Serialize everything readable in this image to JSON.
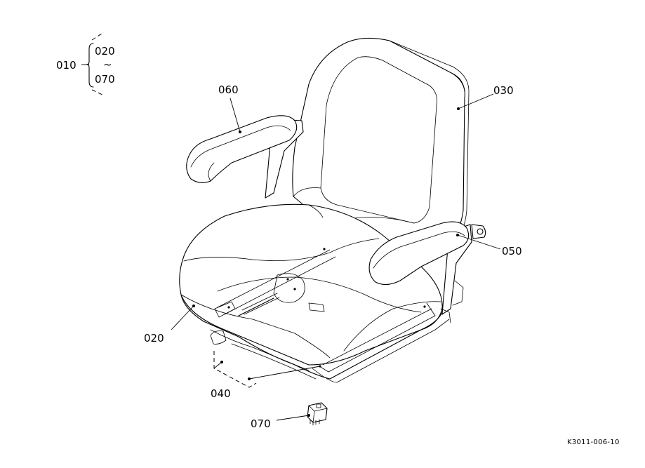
{
  "parts": {
    "assembly": "010",
    "range_from": "020",
    "range_sep": "~",
    "range_to": "070",
    "cushion": "020",
    "backrest": "030",
    "slide_rails": "040",
    "armrest_right": "050",
    "armrest_left": "060",
    "switch": "070"
  },
  "figure_ref": "K3011-006-10"
}
